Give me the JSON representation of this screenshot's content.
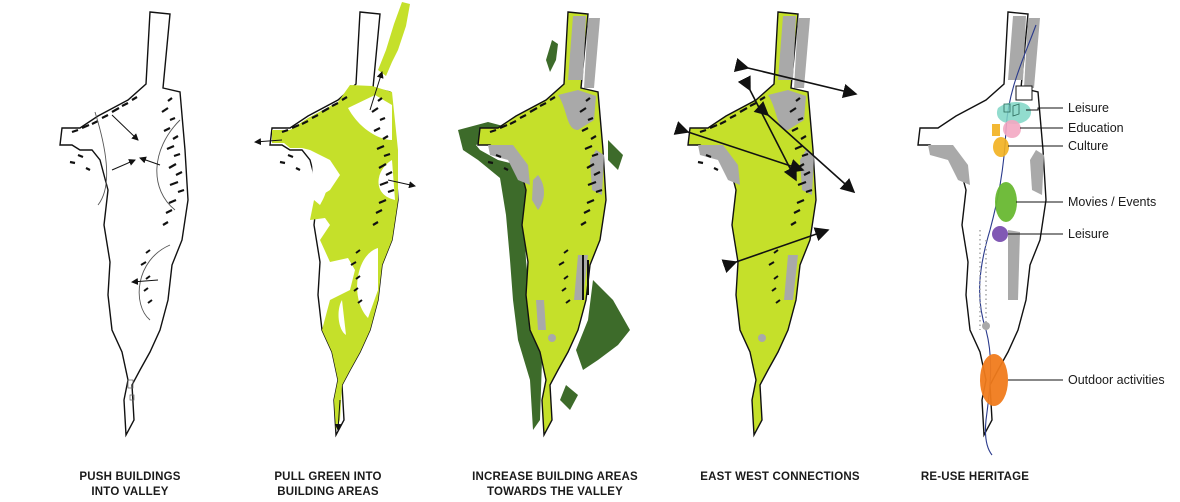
{
  "colors": {
    "lime": "#c5e02a",
    "dark_green": "#3d6b2a",
    "grey": "#a9a9a9",
    "outline": "#111111",
    "leisure": "#7fd6c6",
    "education": "#f3a7c2",
    "culture": "#f2b01e",
    "movies_events": "#68b832",
    "leisure_2": "#7a4fb0",
    "outdoor": "#f07b1c",
    "river": "#2a3a8c"
  },
  "panels": [
    {
      "id": "push",
      "caption": "PUSH BUILDINGS\nINTO VALLEY"
    },
    {
      "id": "pull",
      "caption": "PULL GREEN INTO\nBUILDING AREAS"
    },
    {
      "id": "increase",
      "caption": "INCREASE BUILDING AREAS\nTOWARDS THE VALLEY"
    },
    {
      "id": "eastwest",
      "caption": "EAST WEST CONNECTIONS"
    },
    {
      "id": "reuse",
      "caption": "RE-USE HERITAGE"
    }
  ],
  "heritage_labels": [
    {
      "id": "leisure",
      "text": "Leisure",
      "icon": "leisure-zone"
    },
    {
      "id": "education",
      "text": "Education",
      "icon": "education-zone"
    },
    {
      "id": "culture",
      "text": "Culture",
      "icon": "culture-zone"
    },
    {
      "id": "movies",
      "text": "Movies / Events",
      "icon": "movies-events-zone"
    },
    {
      "id": "leisure2",
      "text": "Leisure",
      "icon": "leisure-zone"
    },
    {
      "id": "outdoor",
      "text": "Outdoor activities",
      "icon": "outdoor-zone"
    }
  ]
}
